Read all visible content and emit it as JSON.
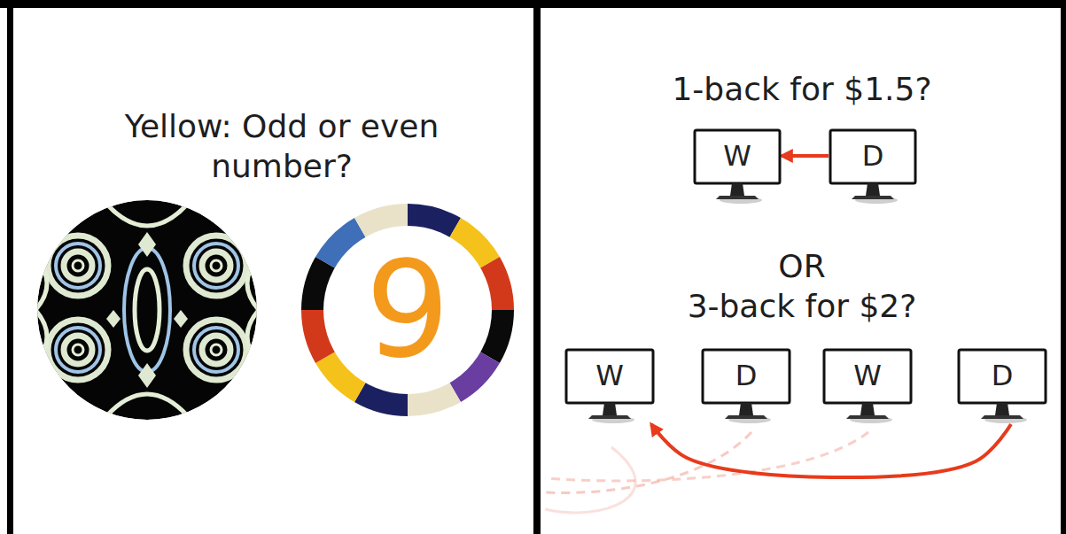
{
  "diagram": {
    "nodes": [
      {
        "text": [
          "9"
        ]
      },
      {
        "text": [
          "W"
        ]
      },
      {
        "text": [
          "D"
        ]
      },
      {
        "text": [
          "W"
        ]
      },
      {
        "text": [
          "D"
        ]
      },
      {
        "text": [
          "W"
        ]
      },
      {
        "text": [
          "D"
        ]
      }
    ],
    "edges": [
      {
        "from": 2,
        "to": 1,
        "arrow": "to"
      },
      {
        "from": 6,
        "to": 3,
        "arrow": "to"
      }
    ],
    "labels": [
      "Yellow: Odd or even number?",
      "1-back for $1.5?",
      "OR",
      "3-back for $2?"
    ]
  }
}
